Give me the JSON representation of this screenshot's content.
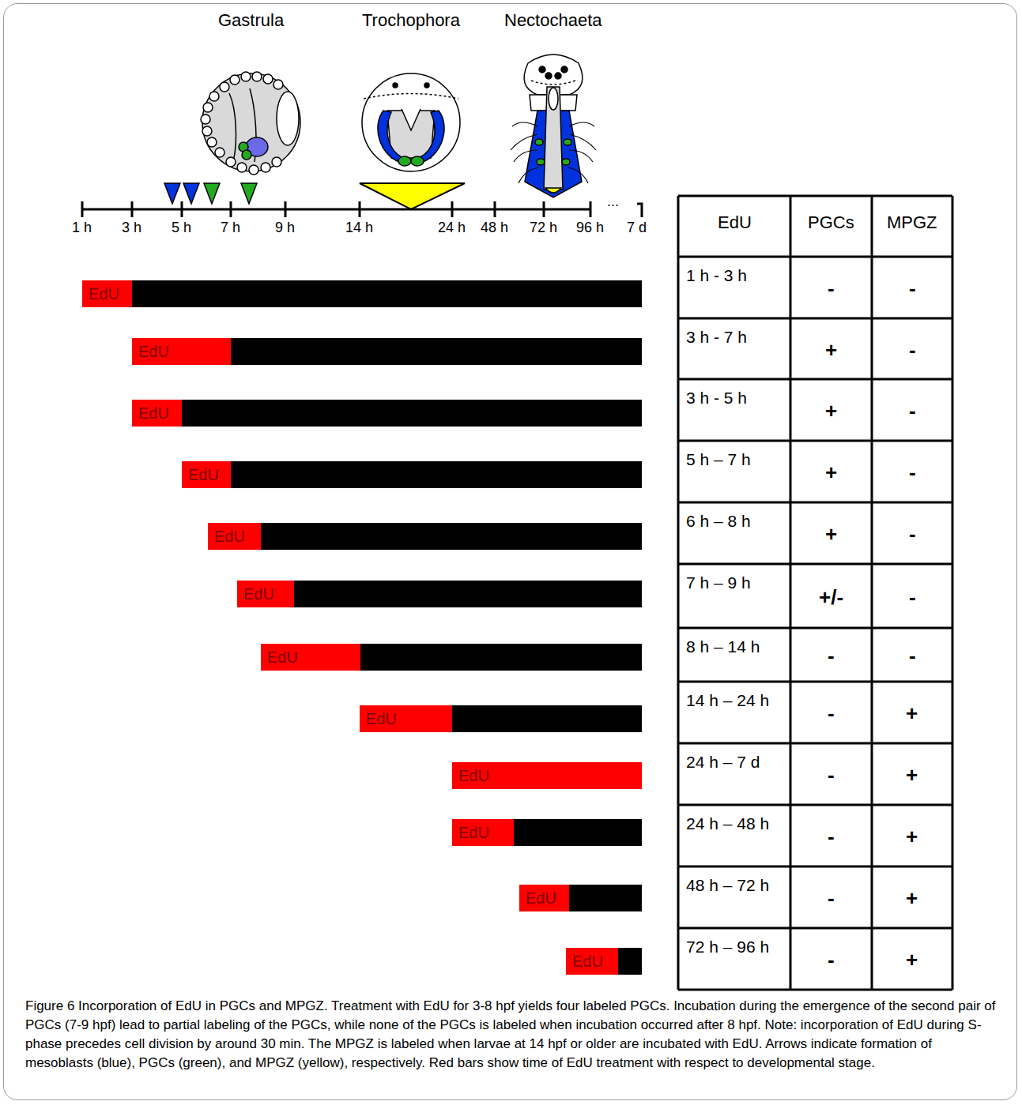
{
  "diagram": {
    "caption": "Figure 6 Incorporation of EdU in PGCs and MPGZ. Treatment with EdU for 3-8 hpf yields four labeled PGCs. Incubation during the emergence of the second pair of PGCs (7-9 hpf) lead to partial labeling of the PGCs, while none of the PGCs is labeled when incubation occurred after 8 hpf. Note: incorporation of EdU during S-phase precedes cell division by around 30 min. The MPGZ is labeled when larvae at 14 hpf or older are incubated with EdU. Arrows indicate formation of mesoblasts (blue), PGCs (green), and MPGZ (yellow), respectively. Red bars show time of EdU treatment with respect to developmental stage.",
    "nodes": [
      {
        "text": [
          "EdU"
        ]
      },
      {
        "text": [
          "EdU"
        ]
      },
      {
        "text": [
          "EdU"
        ]
      },
      {
        "text": [
          "EdU"
        ]
      },
      {
        "text": [
          "EdU"
        ]
      },
      {
        "text": [
          "EdU"
        ]
      },
      {
        "text": [
          "EdU"
        ]
      },
      {
        "text": [
          "EdU"
        ]
      },
      {
        "text": [
          "EdU"
        ]
      },
      {
        "text": [
          "EdU"
        ]
      },
      {
        "text": [
          "EdU"
        ]
      },
      {
        "text": [
          "EdU"
        ]
      }
    ],
    "labels": [
      "Gastrula",
      "Trochophora",
      "Nectochaeta",
      "1 h",
      "3 h",
      "5 h",
      "7 h",
      "9 h",
      "14 h",
      "24 h",
      "48 h",
      "72 h",
      "96 h",
      "7 d",
      "...",
      "EdU",
      "PGCs",
      "MPGZ",
      "1 h - 3 h",
      "-",
      "-",
      "3 h - 7 h",
      "+",
      "-",
      "3 h - 5 h",
      "+",
      "-",
      "5 h – 7 h",
      "+",
      "-",
      "6 h – 8 h",
      "+",
      "-",
      "7 h – 9 h",
      "+/-",
      "-",
      "8 h – 14 h",
      "-",
      "-",
      "14 h – 24 h",
      "-",
      "+",
      "24 h – 7 d",
      "-",
      "+",
      "24 h – 48 h",
      "-",
      "+",
      "48 h – 72 h",
      "-",
      "+",
      "72 h – 96 h",
      "-",
      "+"
    ]
  }
}
